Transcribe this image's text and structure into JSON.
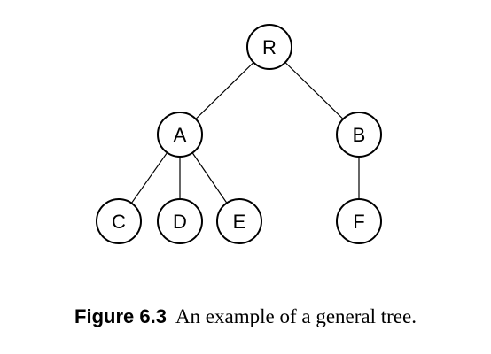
{
  "caption": {
    "label": "Figure 6.3",
    "text": "An example of a general tree."
  },
  "tree": {
    "nodes": [
      {
        "id": "R",
        "label": "R"
      },
      {
        "id": "A",
        "label": "A"
      },
      {
        "id": "B",
        "label": "B"
      },
      {
        "id": "C",
        "label": "C"
      },
      {
        "id": "D",
        "label": "D"
      },
      {
        "id": "E",
        "label": "E"
      },
      {
        "id": "F",
        "label": "F"
      }
    ],
    "edges": [
      [
        "R",
        "A"
      ],
      [
        "R",
        "B"
      ],
      [
        "A",
        "C"
      ],
      [
        "A",
        "D"
      ],
      [
        "A",
        "E"
      ],
      [
        "B",
        "F"
      ]
    ]
  }
}
